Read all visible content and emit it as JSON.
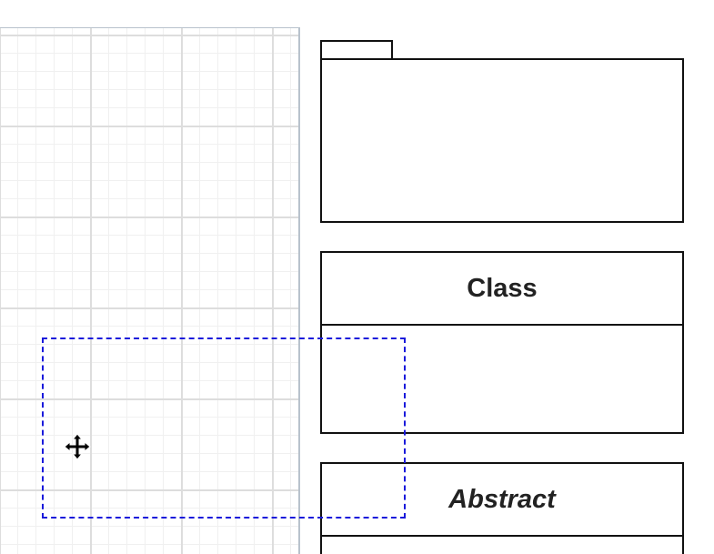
{
  "diagram": {
    "shapes": {
      "package": {
        "label": ""
      },
      "class": {
        "name": "Class"
      },
      "abstract": {
        "name": "Abstract"
      }
    },
    "selection": {
      "style": "dashed",
      "color": "#1a1adb"
    },
    "cursor": {
      "icon": "move-cursor-icon"
    }
  }
}
